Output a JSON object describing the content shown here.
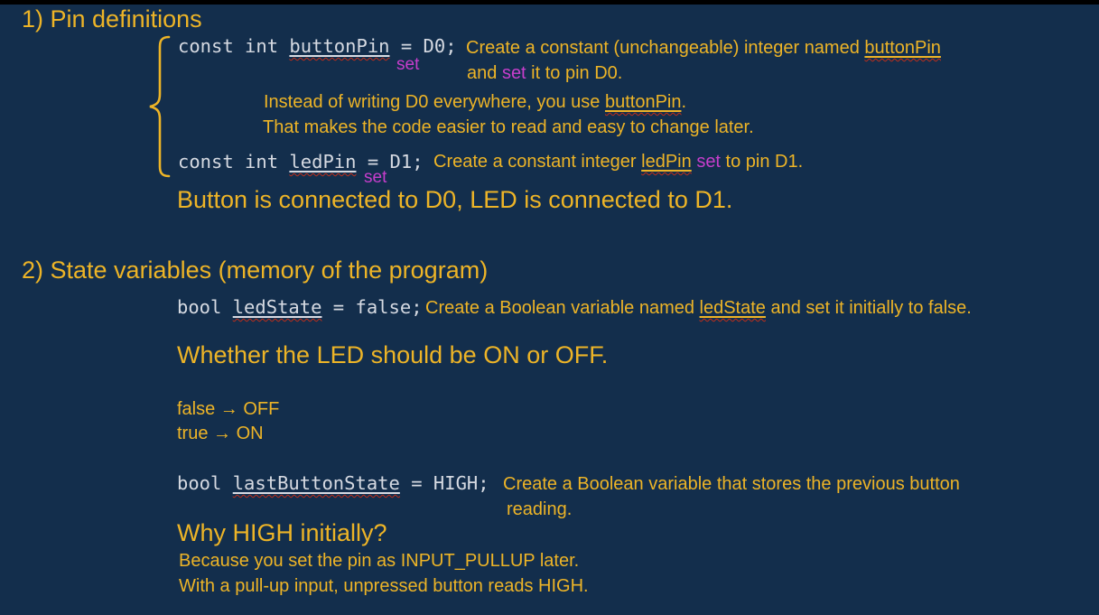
{
  "colors": {
    "background": "#132e4c",
    "gold_text": "#edb427",
    "code_text": "#d6dae2",
    "set_magenta": "#c73ecc",
    "squiggle_red": "#bf2e1a",
    "top_bar": "#000000"
  },
  "s1": {
    "heading": "1) Pin definitions",
    "code1": {
      "pre": "const int ",
      "ident": "buttonPin",
      "post": " = D0;"
    },
    "set1": "set",
    "ann1a": {
      "pre": "Create a constant (unchangeable) integer named ",
      "ident": "buttonPin"
    },
    "ann1b": {
      "pre": "and ",
      "set": "set",
      "post": " it to pin D0."
    },
    "note1": {
      "pre": "Instead of writing D0 everywhere, you use ",
      "ident": "buttonPin",
      "post": "."
    },
    "note2": "That makes the code easier to read and easy to change later.",
    "code2": {
      "pre": "const int ",
      "ident": "ledPin",
      "post": " = D1;"
    },
    "set2": "set",
    "ann2": {
      "pre": "Create a constant integer ",
      "ident": "ledPin",
      "mid": " ",
      "set": "set",
      "post": " to pin D1."
    },
    "summary": "Button is connected to D0, LED is connected to D1."
  },
  "s2": {
    "heading": "2) State variables (memory of the program)",
    "code3": {
      "pre": "bool ",
      "ident": "ledState",
      "post": " = false;"
    },
    "ann3": {
      "pre": "Create a Boolean variable named ",
      "ident": "ledState",
      "post": " and set it initially to false."
    },
    "subhead1": "Whether the LED should be ON or OFF.",
    "map1": "false → OFF",
    "map2": "true → ON",
    "code4": {
      "pre": "bool ",
      "ident": "lastButtonState",
      "post": " = HIGH;"
    },
    "ann4a": "Create a Boolean variable that stores the previous button",
    "ann4b": "reading.",
    "subhead2": "Why HIGH initially?",
    "why1": "Because you set the pin as INPUT_PULLUP later.",
    "why2": "With a pull-up input, unpressed button reads HIGH."
  }
}
